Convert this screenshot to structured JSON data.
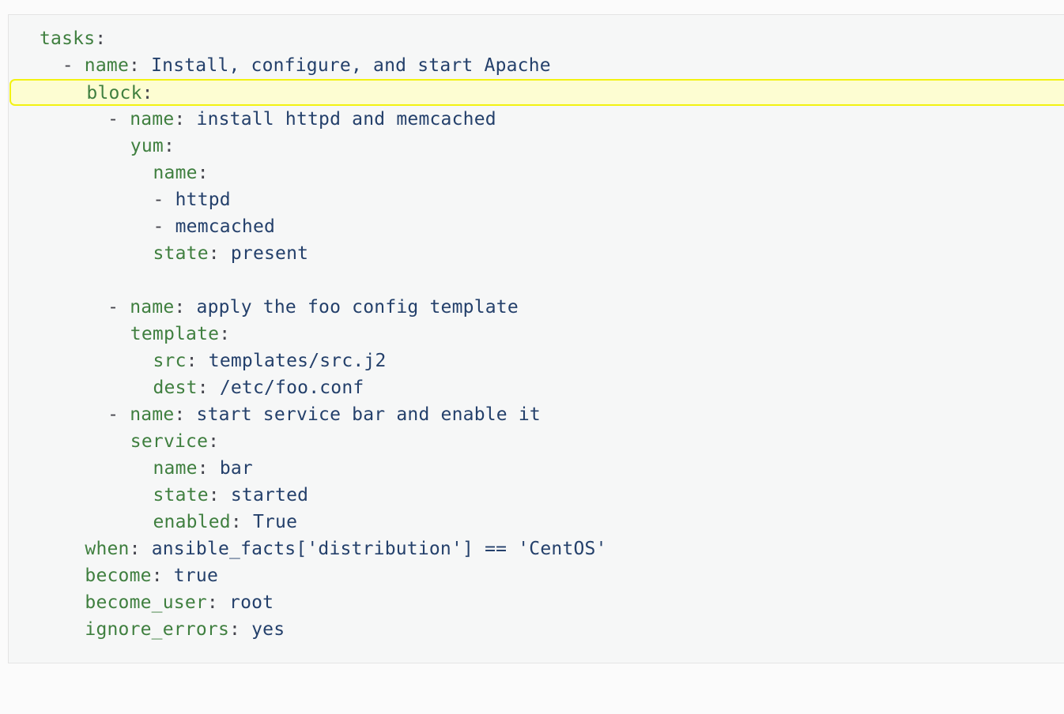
{
  "document": {
    "language": "yaml",
    "kind": "ansible-playbook-snippet",
    "highlighted_line_number": 3
  },
  "colors": {
    "page_background": "#fbfbfb",
    "code_background": "#f6f7f7",
    "code_border": "#e4e4e4",
    "key": "#3f7f3f",
    "value": "#24406b",
    "punctuation": "#45454d",
    "highlight_fill": "#fdfdd2",
    "highlight_border": "#f2f211"
  },
  "code": {
    "lines": [
      {
        "indent": 0,
        "highlighted": false,
        "tokens": [
          {
            "t": "k",
            "s": "tasks"
          },
          {
            "t": "p",
            "s": ":"
          }
        ]
      },
      {
        "indent": 2,
        "highlighted": false,
        "tokens": [
          {
            "t": "d",
            "s": "- "
          },
          {
            "t": "k",
            "s": "name"
          },
          {
            "t": "p",
            "s": ": "
          },
          {
            "t": "v",
            "s": "Install, configure, and start Apache"
          }
        ]
      },
      {
        "indent": 4,
        "highlighted": true,
        "tokens": [
          {
            "t": "k",
            "s": "block"
          },
          {
            "t": "p",
            "s": ":"
          }
        ]
      },
      {
        "indent": 6,
        "highlighted": false,
        "tokens": [
          {
            "t": "d",
            "s": "- "
          },
          {
            "t": "k",
            "s": "name"
          },
          {
            "t": "p",
            "s": ": "
          },
          {
            "t": "v",
            "s": "install httpd and memcached"
          }
        ]
      },
      {
        "indent": 8,
        "highlighted": false,
        "tokens": [
          {
            "t": "k",
            "s": "yum"
          },
          {
            "t": "p",
            "s": ":"
          }
        ]
      },
      {
        "indent": 10,
        "highlighted": false,
        "tokens": [
          {
            "t": "k",
            "s": "name"
          },
          {
            "t": "p",
            "s": ":"
          }
        ]
      },
      {
        "indent": 10,
        "highlighted": false,
        "tokens": [
          {
            "t": "d",
            "s": "- "
          },
          {
            "t": "v",
            "s": "httpd"
          }
        ]
      },
      {
        "indent": 10,
        "highlighted": false,
        "tokens": [
          {
            "t": "d",
            "s": "- "
          },
          {
            "t": "v",
            "s": "memcached"
          }
        ]
      },
      {
        "indent": 10,
        "highlighted": false,
        "tokens": [
          {
            "t": "k",
            "s": "state"
          },
          {
            "t": "p",
            "s": ": "
          },
          {
            "t": "v",
            "s": "present"
          }
        ]
      },
      {
        "indent": 0,
        "highlighted": false,
        "blank": true,
        "tokens": []
      },
      {
        "indent": 6,
        "highlighted": false,
        "tokens": [
          {
            "t": "d",
            "s": "- "
          },
          {
            "t": "k",
            "s": "name"
          },
          {
            "t": "p",
            "s": ": "
          },
          {
            "t": "v",
            "s": "apply the foo config template"
          }
        ]
      },
      {
        "indent": 8,
        "highlighted": false,
        "tokens": [
          {
            "t": "k",
            "s": "template"
          },
          {
            "t": "p",
            "s": ":"
          }
        ]
      },
      {
        "indent": 10,
        "highlighted": false,
        "tokens": [
          {
            "t": "k",
            "s": "src"
          },
          {
            "t": "p",
            "s": ": "
          },
          {
            "t": "v",
            "s": "templates/src.j2"
          }
        ]
      },
      {
        "indent": 10,
        "highlighted": false,
        "tokens": [
          {
            "t": "k",
            "s": "dest"
          },
          {
            "t": "p",
            "s": ": "
          },
          {
            "t": "v",
            "s": "/etc/foo.conf"
          }
        ]
      },
      {
        "indent": 6,
        "highlighted": false,
        "tokens": [
          {
            "t": "d",
            "s": "- "
          },
          {
            "t": "k",
            "s": "name"
          },
          {
            "t": "p",
            "s": ": "
          },
          {
            "t": "v",
            "s": "start service bar and enable it"
          }
        ]
      },
      {
        "indent": 8,
        "highlighted": false,
        "tokens": [
          {
            "t": "k",
            "s": "service"
          },
          {
            "t": "p",
            "s": ":"
          }
        ]
      },
      {
        "indent": 10,
        "highlighted": false,
        "tokens": [
          {
            "t": "k",
            "s": "name"
          },
          {
            "t": "p",
            "s": ": "
          },
          {
            "t": "v",
            "s": "bar"
          }
        ]
      },
      {
        "indent": 10,
        "highlighted": false,
        "tokens": [
          {
            "t": "k",
            "s": "state"
          },
          {
            "t": "p",
            "s": ": "
          },
          {
            "t": "v",
            "s": "started"
          }
        ]
      },
      {
        "indent": 10,
        "highlighted": false,
        "tokens": [
          {
            "t": "k",
            "s": "enabled"
          },
          {
            "t": "p",
            "s": ": "
          },
          {
            "t": "v",
            "s": "True"
          }
        ]
      },
      {
        "indent": 4,
        "highlighted": false,
        "tokens": [
          {
            "t": "k",
            "s": "when"
          },
          {
            "t": "p",
            "s": ": "
          },
          {
            "t": "v",
            "s": "ansible_facts['distribution'] == 'CentOS'"
          }
        ]
      },
      {
        "indent": 4,
        "highlighted": false,
        "tokens": [
          {
            "t": "k",
            "s": "become"
          },
          {
            "t": "p",
            "s": ": "
          },
          {
            "t": "v",
            "s": "true"
          }
        ]
      },
      {
        "indent": 4,
        "highlighted": false,
        "tokens": [
          {
            "t": "k",
            "s": "become_user"
          },
          {
            "t": "p",
            "s": ": "
          },
          {
            "t": "v",
            "s": "root"
          }
        ]
      },
      {
        "indent": 4,
        "highlighted": false,
        "tokens": [
          {
            "t": "k",
            "s": "ignore_errors"
          },
          {
            "t": "p",
            "s": ": "
          },
          {
            "t": "v",
            "s": "yes"
          }
        ]
      }
    ]
  }
}
